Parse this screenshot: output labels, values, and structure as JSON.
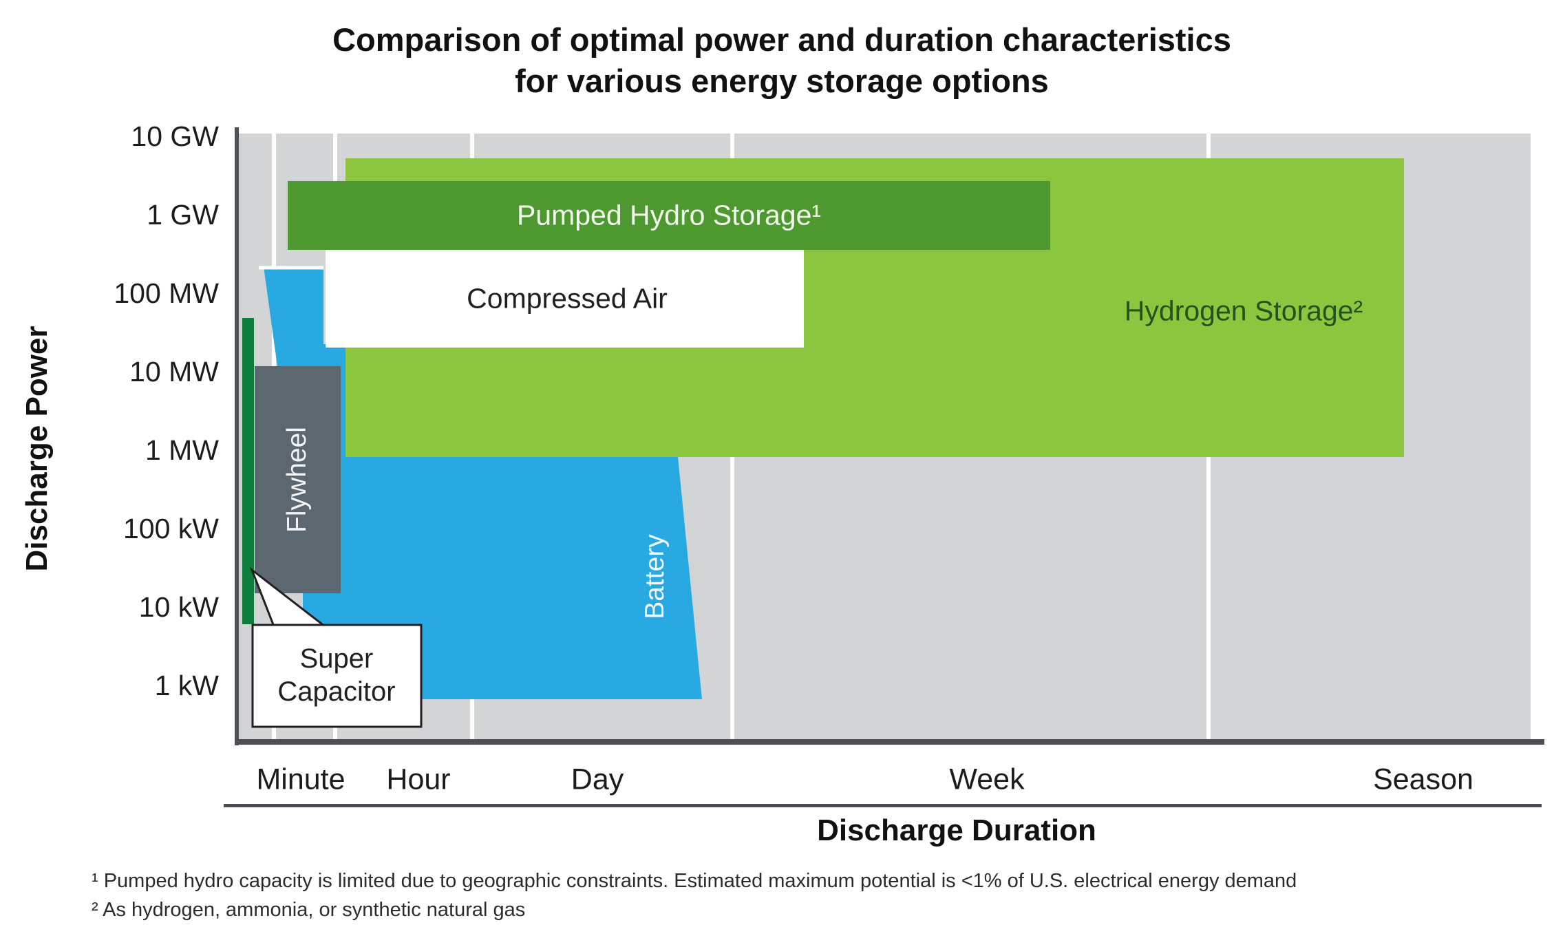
{
  "title": "Comparison of optimal power and duration characteristics\nfor various energy storage options",
  "y_axis": {
    "label": "Discharge Power",
    "ticks": [
      "10 GW",
      "1 GW",
      "100 MW",
      "10 MW",
      "1 MW",
      "100 kW",
      "10 kW",
      "1 kW"
    ]
  },
  "x_axis": {
    "label": "Discharge Duration",
    "ticks": [
      "Minute",
      "Hour",
      "Day",
      "Week",
      "Season"
    ]
  },
  "regions": {
    "pumped_hydro": "Pumped Hydro Storage¹",
    "compressed_air": "Compressed Air",
    "hydrogen": "Hydrogen Storage²",
    "flywheel": "Flywheel",
    "battery": "Battery",
    "super_capacitor": "Super\nCapacitor"
  },
  "footnotes": [
    "¹ Pumped hydro capacity is limited due to geographic constraints. Estimated maximum potential is <1% of U.S. electrical energy demand",
    "² As hydrogen, ammonia, or synthetic natural gas"
  ],
  "colors": {
    "plot_background": "#D2D4D6",
    "gridline_white": "#FFFFFF",
    "hydrogen_green": "#8CC63F",
    "pumped_hydro_green": "#4E9830",
    "super_capacitor_green": "#0E7E3C",
    "battery_blue": "#29A9E1",
    "flywheel_gray": "#5D6770",
    "compressed_air_white": "#FFFFFF",
    "axis_dark": "#4D5156",
    "text_dark": "#1C1C1C"
  },
  "chart_data": {
    "type": "area",
    "title": "Comparison of optimal power and duration characteristics for various energy storage options",
    "xlabel": "Discharge Duration",
    "ylabel": "Discharge Power",
    "x_axis_ticks": [
      "Minute",
      "Hour",
      "Day",
      "Week",
      "Season"
    ],
    "y_axis_ticks": [
      "10 GW",
      "1 GW",
      "100 MW",
      "10 MW",
      "1 MW",
      "100 kW",
      "10 kW",
      "1 kW"
    ],
    "y_scale": "log",
    "grid": "vertical white gridlines between duration zones",
    "legend_position": "labels drawn inside regions",
    "regions": [
      {
        "name": "Super Capacitor",
        "duration_range": [
          "seconds",
          "~1 minute"
        ],
        "power_range": [
          "~6 kW",
          "~50 MW"
        ]
      },
      {
        "name": "Flywheel",
        "duration_range": [
          "seconds",
          "~1 minute"
        ],
        "power_range": [
          "~15 kW",
          "~12 MW"
        ]
      },
      {
        "name": "Battery",
        "duration_range": [
          "~1 minute",
          "~1 day"
        ],
        "power_range": [
          "~1 kW",
          "~200 MW"
        ]
      },
      {
        "name": "Compressed Air",
        "duration_range": [
          "~1 minute",
          "~1 day"
        ],
        "power_range": [
          "~20 MW",
          "~350 MW"
        ]
      },
      {
        "name": "Pumped Hydro Storage¹",
        "duration_range": [
          "~1 minute",
          "~1 week"
        ],
        "power_range": [
          "~350 MW",
          "~3 GW"
        ]
      },
      {
        "name": "Hydrogen Storage²",
        "duration_range": [
          "minutes",
          "season"
        ],
        "power_range": [
          "~1 MW",
          "~5 GW"
        ]
      }
    ],
    "footnotes": [
      "¹ Pumped hydro capacity is limited due to geographic constraints. Estimated maximum potential is <1% of U.S. electrical energy demand",
      "² As hydrogen, ammonia, or synthetic natural gas"
    ]
  }
}
